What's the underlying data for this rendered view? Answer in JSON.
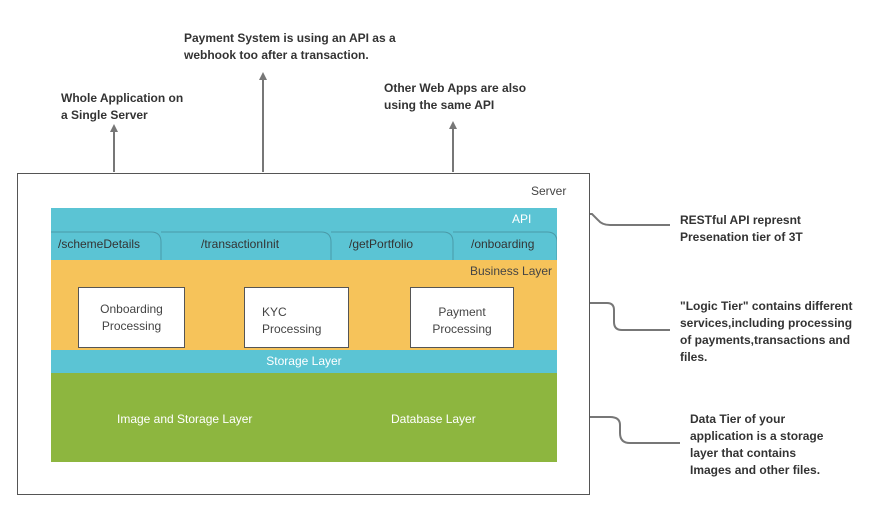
{
  "server": {
    "label": "Server"
  },
  "api": {
    "label": "API",
    "endpoints": [
      "/schemeDetails",
      "/transactionInit",
      "/getPortfolio",
      "/onboarding"
    ]
  },
  "business": {
    "label": "Business Layer",
    "services": [
      "Onboarding\nProcessing",
      "KYC\nProcessing",
      "Payment\nProcessing"
    ]
  },
  "storage": {
    "label": "Storage Layer"
  },
  "data": {
    "left_label": "Image and Storage Layer",
    "right_label": "Database Layer"
  },
  "top_notes": {
    "left": "Whole Application on\na Single Server",
    "center": "Payment System is using an API as a\nwebhook too after a transaction.",
    "right": "Other Web Apps are also\nusing the same API"
  },
  "side_notes": {
    "api": "RESTful API represnt\nPresenation tier of 3T",
    "logic": "\"Logic Tier\" contains different\nservices,including processing\nof payments,transactions and\nfiles.",
    "data": "Data Tier of your\napplication is a storage\nlayer that contains\nImages and other files."
  },
  "colors": {
    "api_band": "#5bc4d4",
    "business_band": "#f6c35a",
    "data_band": "#8db63f",
    "connector": "#777777"
  }
}
